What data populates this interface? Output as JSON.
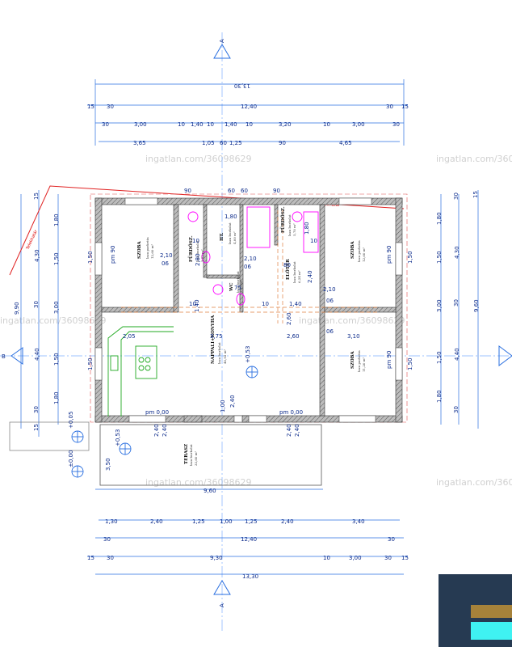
{
  "watermark": "ingatlan.com/36098629",
  "section_marker": "A",
  "axis_marker": "B",
  "rooms": [
    {
      "name": "SZOBA",
      "note": "laza parketta",
      "area": "12,60 m²"
    },
    {
      "name": "FÜRDŐSZ.",
      "note": "laza burkolat",
      "area": "5,82 m²"
    },
    {
      "name": "HT.",
      "note": "laza burkolat",
      "area": "4,00 m²"
    },
    {
      "name": "WC",
      "note": "laza burkolat",
      "area": "2,13 m²"
    },
    {
      "name": "FÜRDŐSZ.",
      "note": "laza burkolat",
      "area": "5,70 m²"
    },
    {
      "name": "ELŐTÉR",
      "note": "laza burkolat",
      "area": "6,24 m²"
    },
    {
      "name": "SZOBA",
      "note": "laza parketta",
      "area": "12,60 m²"
    },
    {
      "name": "NAPPALI+KONYHA",
      "note": "laza burkolat",
      "area": "40,92 m²"
    },
    {
      "name": "SZOBA",
      "note": "laza parketta",
      "area": "11,20 m²"
    },
    {
      "name": "TERASZ",
      "note": "laza burkolat",
      "area": "33,60 m²"
    }
  ],
  "red_labels": [
    "Telekhatár",
    "Telekhatár"
  ],
  "levels": [
    "+0,53",
    "+0,53",
    "+0,05",
    "±0,00"
  ],
  "dims_top": {
    "total": "13,30",
    "row2": [
      "15",
      "30",
      "12,40",
      "30",
      "15"
    ],
    "row3": [
      "30",
      "3,00",
      "10",
      "1,40",
      "10",
      "1,40",
      "10",
      "3,20",
      "10",
      "3,00",
      "30"
    ],
    "row4": [
      "3,65",
      "1,05",
      "60",
      "1,25",
      "90",
      "4,65"
    ]
  },
  "dims_bottom": {
    "row1": [
      "1,30",
      "2,40",
      "1,25",
      "1,00",
      "1,25",
      "2,40",
      "3,40"
    ],
    "row2": [
      "30",
      "12,40",
      "30"
    ],
    "row3": [
      "15",
      "30",
      "9,30",
      "10",
      "3,00",
      "30",
      "15"
    ],
    "total": "13,30",
    "terrace": "9,60"
  },
  "dims_left": {
    "total": "9,90",
    "row2": [
      "15",
      "4,30",
      "30",
      "4,40",
      "30",
      "15"
    ],
    "row3": [
      "1,80",
      "1,50",
      "3,00",
      "1,50",
      "1,80"
    ]
  },
  "dims_right": {
    "total": "9,60",
    "row2": [
      "30",
      "4,30",
      "30",
      "4,40",
      "30",
      "15"
    ],
    "row3": [
      "1,80",
      "1,50",
      "3,00",
      "1,50",
      "1,80"
    ]
  },
  "interior_dims": [
    "90",
    "60",
    "60",
    "90",
    "2,80",
    "1,40",
    "1,80",
    "1,80",
    "2,40",
    "2,10",
    "2,10",
    "2,10",
    "06",
    "06",
    "06",
    "06",
    "2,05",
    "3,75",
    "2,60",
    "3,10",
    "2,60",
    "2,40",
    "2,40",
    "2,40",
    "2,40",
    "1,00",
    "2,40",
    "3,50",
    "1,50",
    "1,50",
    "1,50",
    "1,50",
    "pm 90",
    "pm 90",
    "pm 90",
    "pm 0,00",
    "pm 0,00",
    "80",
    "10",
    "10",
    "10",
    "10",
    "75",
    "1,40"
  ],
  "colors": {
    "dim": "#2a6fe0",
    "wall": "#666666",
    "fixture": "#ff00ff",
    "kitchen": "#22aa22",
    "brand_dark": "#263a52",
    "brand_gold": "#a6823a",
    "brand_cyan": "#3ff2f2"
  }
}
